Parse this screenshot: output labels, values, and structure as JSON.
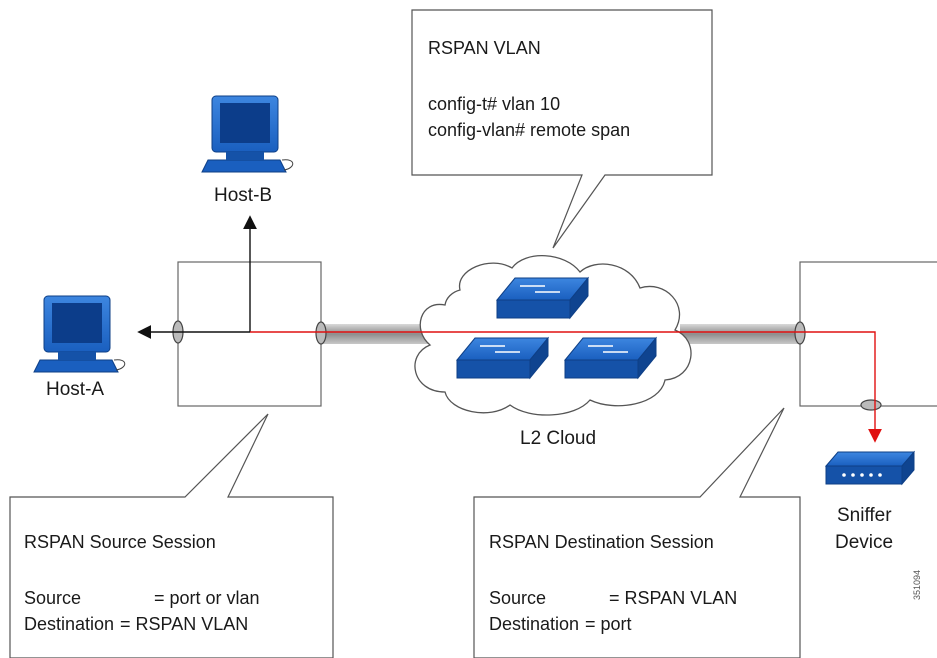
{
  "rspan_vlan_box": {
    "title": "RSPAN VLAN",
    "line1": "config-t# vlan 10",
    "line2": "config-vlan# remote span"
  },
  "hosts": {
    "host_a": "Host-A",
    "host_b": "Host-B"
  },
  "cloud_label": "L2 Cloud",
  "sniffer": {
    "line1": "Sniffer",
    "line2": "Device"
  },
  "source_session": {
    "title": "RSPAN Source Session",
    "row1_key": "Source",
    "row1_val": "= port or vlan",
    "row2_key": "Destination",
    "row2_val": "= RSPAN VLAN"
  },
  "destination_session": {
    "title": "RSPAN Destination Session",
    "row1_key": "Source",
    "row1_val": "= RSPAN VLAN",
    "row2_key": "Destination",
    "row2_val": "= port"
  },
  "figure_id": "351094",
  "colors": {
    "switch_blue": "#1a5fbf",
    "mirror_red": "#e01010",
    "trunk_gray": "#9a9a9a"
  }
}
